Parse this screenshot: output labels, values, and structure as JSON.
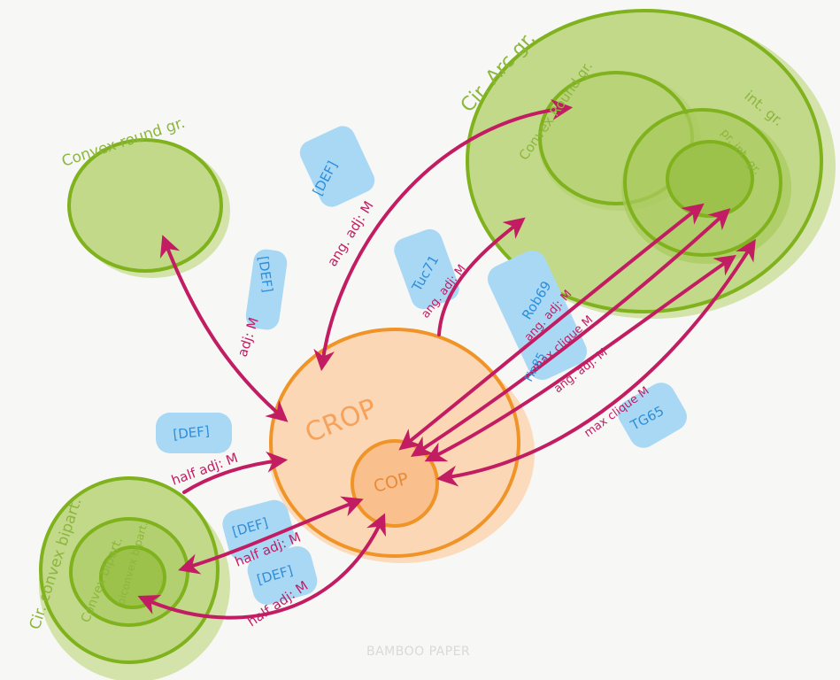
{
  "colors": {
    "background": "#f7f7f5",
    "green_fill": "#c2d98a",
    "green_stroke": "#7fb21c",
    "orange_fill": "#fbd7b6",
    "orange_stroke": "#f19428",
    "arrow": "#c21d63",
    "highlight": "#a9d8f5",
    "reference_text": "#2f8ed8"
  },
  "nodes": {
    "convex_round": "Convex round gr.",
    "cir_arc": "Cir. Arc gr.",
    "convex_round_in_cir_arc": "Convex Round gr.",
    "int_gr": "int. gr.",
    "pr_int_gr": "pr. int. gr.",
    "crop": "CROP",
    "cop": "COP",
    "cir_convex_bipart": "Cir. convex bipart.",
    "convex_bipart": "Convex bipart.",
    "biconvex_bipart": "biconvex bipart."
  },
  "edges": {
    "adj_m": "adj: M",
    "ang_adj_m_1": "ang. adj: M",
    "ang_adj_m_2": "ang. adj: M",
    "ang_adj_m_3": "ang. adj: M",
    "ang_adj_m_4": "ang. adj: M",
    "max_clique_m_1": "max clique M",
    "max_clique_m_2": "max clique M",
    "half_adj_m_1": "half adj: M",
    "half_adj_m_2": "half adj: M",
    "half_adj_m_3": "half adj: M"
  },
  "refs": {
    "def_1": "[DEF]",
    "def_2": "[DEF]",
    "def_3": "[DEF]",
    "def_4": "[DEF]",
    "def_5": "[DEF]",
    "tuc71": "Tuc71",
    "rob69": "Rob69",
    "fin85": "Fin85",
    "tg65": "TG65"
  },
  "watermark": "BAMBOO PAPER"
}
